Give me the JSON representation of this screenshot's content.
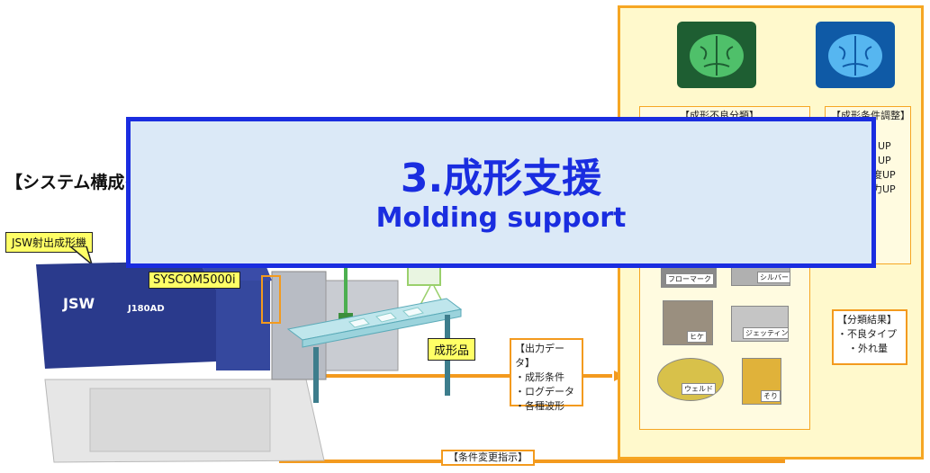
{
  "diagram": {
    "system_header": "【システム構成イ",
    "machine_callout": "JSW射出成形機",
    "controller_label": "SYSCOM5000i",
    "machine_brand": "JSW",
    "machine_model": "J180AD",
    "product_label": "成形品",
    "output_data": {
      "title": "【出力データ】",
      "items": [
        "・成形条件",
        "・ログデータ",
        "・各種波形"
      ]
    },
    "condition_change": "【条件変更指示】",
    "panel": {
      "left_box_title": "【成形不良分類】",
      "right_box_title": "【成形条件調整】",
      "right_items": [
        "UP",
        "UP",
        "度UP",
        "力UP"
      ],
      "thumbnails": [
        "フローマーク",
        "シルバー",
        "ヒケ",
        "ジェッティング",
        "ウェルド",
        "そり"
      ],
      "classification": {
        "title": "【分類結果】",
        "items": [
          "・不良タイプ",
          "・外れ量"
        ]
      }
    },
    "colors": {
      "flow_arrow": "#f39a1e",
      "panel_border": "#f6a623",
      "banner_border": "#1a2de0",
      "banner_fill": "#dbe9f7",
      "brain_green": "#3fae5a",
      "brain_blue": "#2d8fe0"
    }
  },
  "banner": {
    "title": "3.成形支援",
    "subtitle": "Molding support"
  }
}
